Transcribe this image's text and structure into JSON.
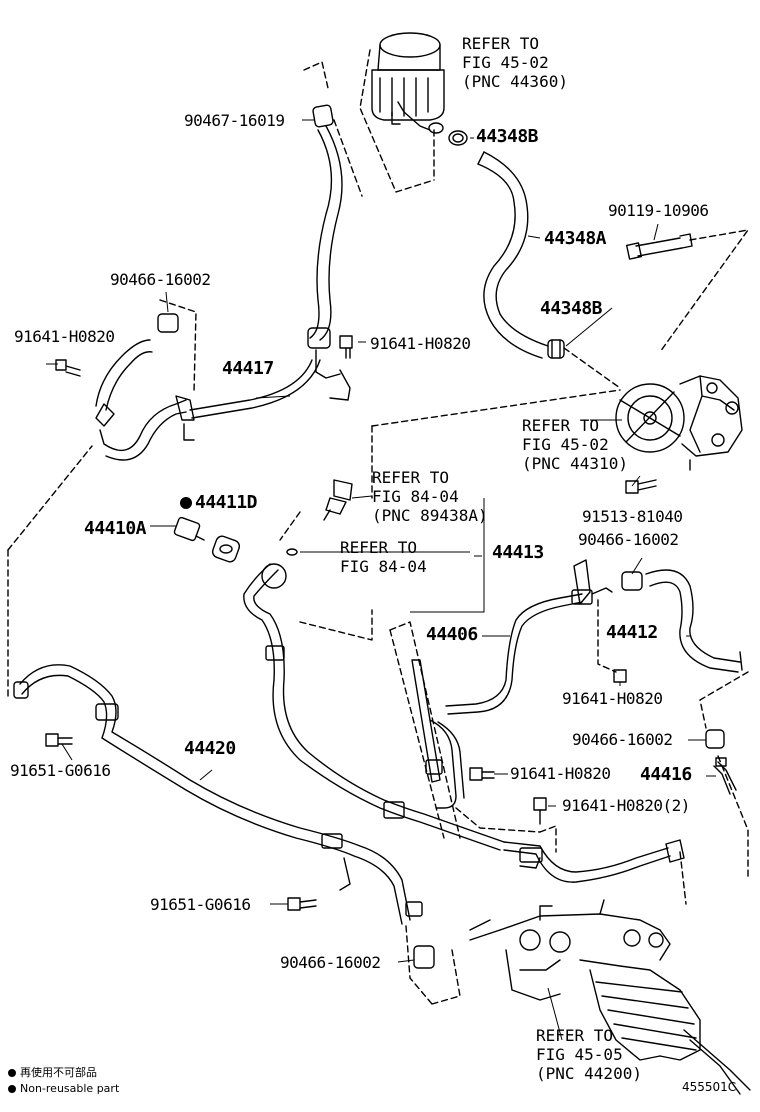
{
  "figure_id": "455501C",
  "legend": {
    "jp": "再使用不可部品",
    "en": "Non-reusable part"
  },
  "references": {
    "ref_45_02_a": [
      "REFER TO",
      "FIG 45-02",
      "(PNC 44360)"
    ],
    "ref_45_02_b": [
      "REFER TO",
      "FIG 45-02",
      "(PNC 44310)"
    ],
    "ref_84_04_a": [
      "REFER TO",
      "FIG 84-04",
      "(PNC 89438A)"
    ],
    "ref_84_04_b": [
      "REFER TO",
      "FIG 84-04"
    ],
    "ref_45_05": [
      "REFER TO",
      "FIG 45-05",
      "(PNC 44200)"
    ]
  },
  "parts": {
    "p90467_16019": "90467-16019",
    "p44348B_top": "44348B",
    "p90119_10906": "90119-10906",
    "p44348A": "44348A",
    "p44348B_mid": "44348B",
    "p90466_16002_a": "90466-16002",
    "p91641_H0820_a": "91641-H0820",
    "p91641_H0820_b": "91641-H0820",
    "p44417": "44417",
    "p44411D": "44411D",
    "p44410A": "44410A",
    "p44413": "44413",
    "p91513_81040": "91513-81040",
    "p90466_16002_b": "90466-16002",
    "p44412": "44412",
    "p44406": "44406",
    "p91641_H0820_c": "91641-H0820",
    "p90466_16002_c": "90466-16002",
    "p44416": "44416",
    "p91651_G0616_a": "91651-G0616",
    "p44420": "44420",
    "p91641_H0820_d": "91641-H0820",
    "p91641_H0820_2": "91641-H0820(2)",
    "p91651_G0616_b": "91651-G0616",
    "p90466_16002_d": "90466-16002"
  }
}
